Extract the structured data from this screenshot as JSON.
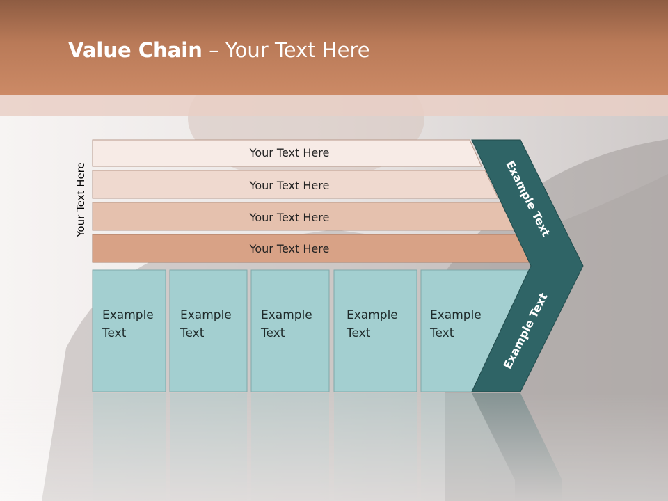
{
  "slide": {
    "title_bold": "Value Chain",
    "title_rest": " – Your Text Here",
    "side_label": "Your Text Here"
  },
  "bars": [
    {
      "label": "Your Text Here",
      "color": "#f7ebe6"
    },
    {
      "label": "Your Text Here",
      "color": "#efd9cf"
    },
    {
      "label": "Your Text Here",
      "color": "#e5c1ae"
    },
    {
      "label": "Your Text Here",
      "color": "#d8a286"
    }
  ],
  "cells": [
    {
      "line1": "Example",
      "line2": "Text"
    },
    {
      "line1": "Example",
      "line2": "Text"
    },
    {
      "line1": "Example",
      "line2": "Text"
    },
    {
      "line1": "Example",
      "line2": "Text"
    },
    {
      "line1": "Example",
      "line2": "Text"
    }
  ],
  "chevron": {
    "upper_label": "Example Text",
    "lower_label": "Example Text",
    "color": "#2f6466"
  },
  "colors": {
    "header": "#c07f5c",
    "cell_fill": "#a3cfd0",
    "cell_border": "#7fa9aa"
  }
}
